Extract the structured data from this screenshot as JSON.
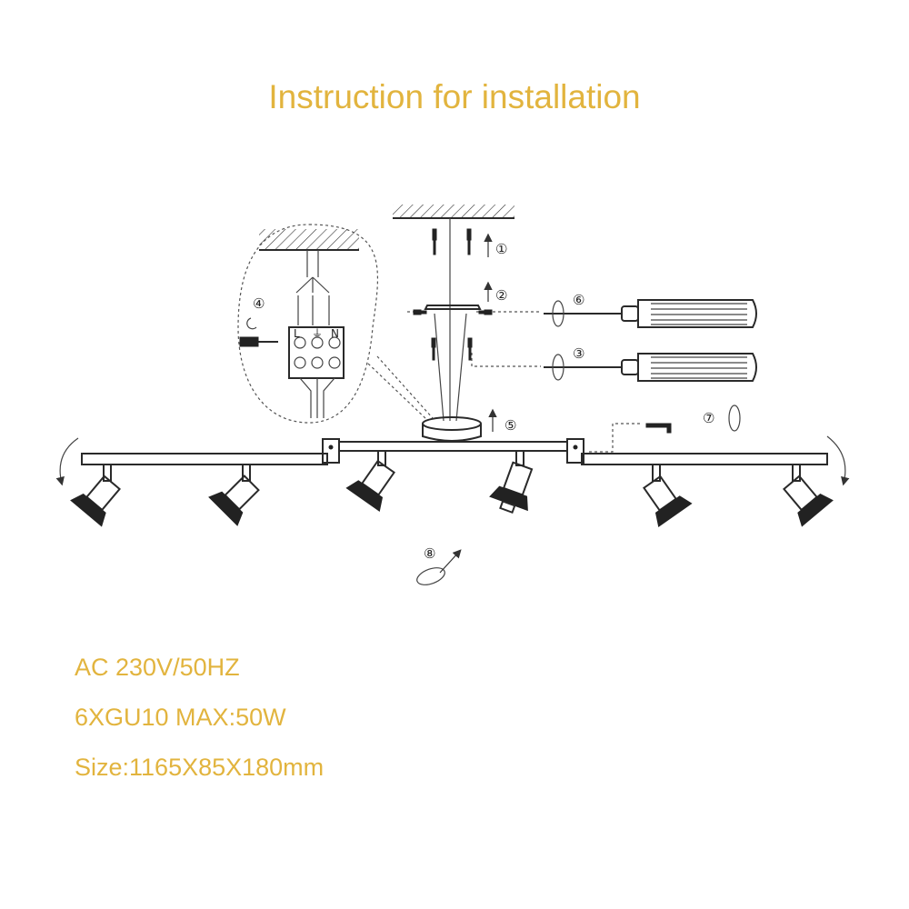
{
  "title": "Instruction for installation",
  "specs": {
    "voltage": "AC 230V/50HZ",
    "bulbs": "6XGU10 MAX:50W",
    "size": "Size:1165X85X180mm"
  },
  "steps": [
    "①",
    "②",
    "③",
    "④",
    "⑤",
    "⑥",
    "⑦",
    "⑧"
  ],
  "terminal_labels": {
    "live": "L",
    "neutral": "N",
    "earth": "⏚"
  },
  "colors": {
    "title": "#e2b43e",
    "line": "#2a2a2a"
  }
}
